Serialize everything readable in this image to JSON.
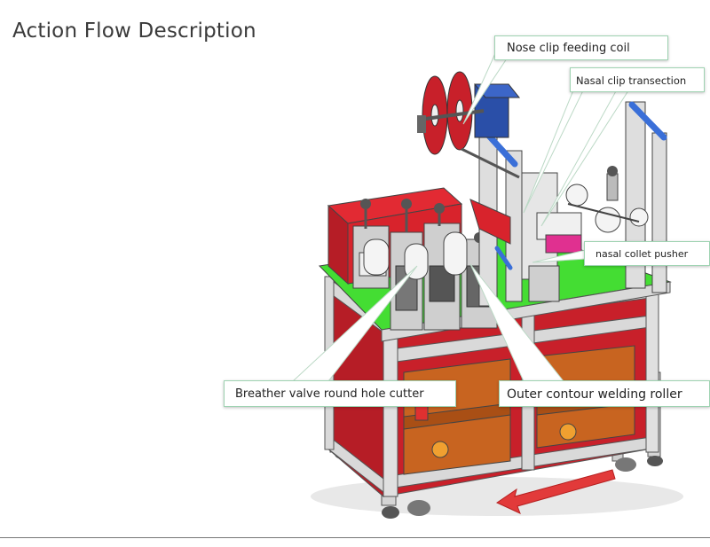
{
  "page": {
    "title": "Action Flow Description"
  },
  "callouts": {
    "nose_clip_feeding_coil": "Nose clip feeding coil",
    "nasal_clip_transection": "Nasal clip transection",
    "nasal_collet_pusher": "nasal collet pusher",
    "breather_valve_cutter": "Breather valve round hole cutter",
    "outer_contour_roller": "Outer contour welding roller"
  },
  "colors": {
    "frame_red": "#c8202a",
    "deck_green": "#44dd33",
    "frame_gray": "#d9d9d9",
    "box_orange": "#c86420",
    "arrow_red": "#e23a3a",
    "callout_border": "#9fd3b2"
  }
}
